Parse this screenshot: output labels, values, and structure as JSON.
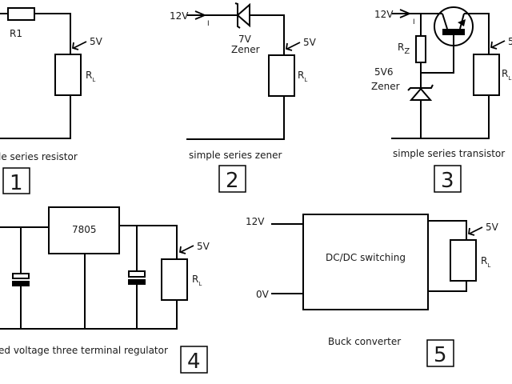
{
  "circuits": [
    {
      "id": 1,
      "number": "1",
      "caption": "le series resistor",
      "labels": {
        "r1": "R1",
        "vout": "5V",
        "rl_main": "R",
        "rl_sub": "L"
      }
    },
    {
      "id": 2,
      "number": "2",
      "caption": "simple series zener",
      "labels": {
        "vin": "12V",
        "current": "I",
        "zener_v": "7V",
        "zener": "Zener",
        "vout": "5V",
        "rl_main": "R",
        "rl_sub": "L"
      }
    },
    {
      "id": 3,
      "number": "3",
      "caption": "simple series transistor",
      "labels": {
        "vin": "12V",
        "current": "I",
        "rz_main": "R",
        "rz_sub": "Z",
        "zener_v": "5V6",
        "zener": "Zener",
        "vout": "5",
        "rl_main": "R",
        "rl_sub": "L"
      }
    },
    {
      "id": 4,
      "number": "4",
      "caption": "ed voltage three terminal regulator",
      "labels": {
        "regulator": "7805",
        "vout": "5V",
        "rl_main": "R",
        "rl_sub": "L"
      }
    },
    {
      "id": 5,
      "number": "5",
      "caption": "Buck converter",
      "labels": {
        "vin": "12V",
        "gnd": "0V",
        "block": "DC/DC switching",
        "vout": "5V",
        "rl_main": "R",
        "rl_sub": "L"
      }
    }
  ]
}
